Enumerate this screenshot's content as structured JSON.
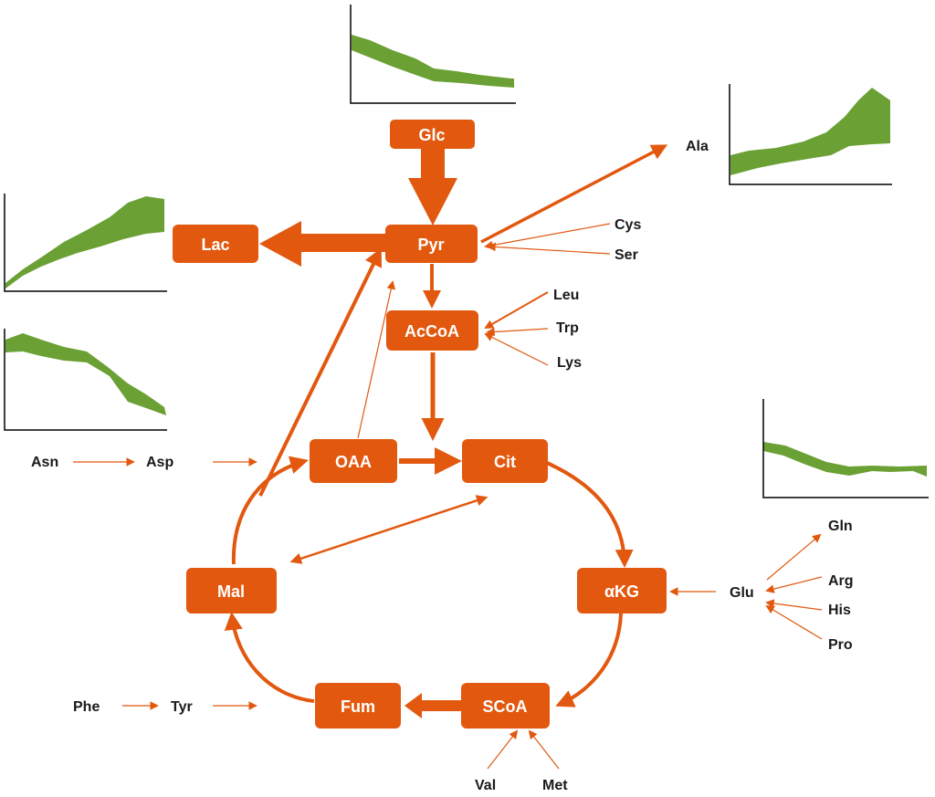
{
  "colors": {
    "node_fill": "#e2580f",
    "arrow": "#e2580f",
    "band": "#6aa034",
    "axis": "#000000",
    "text": "#1a1a1a"
  },
  "nodes": {
    "glc": "Glc",
    "pyr": "Pyr",
    "lac": "Lac",
    "acoa": "AcCoA",
    "oaa": "OAA",
    "cit": "Cit",
    "akg": "αKG",
    "scoa": "SCoA",
    "fum": "Fum",
    "mal": "Mal"
  },
  "metabolites": {
    "ala": "Ala",
    "cys": "Cys",
    "ser": "Ser",
    "leu": "Leu",
    "trp": "Trp",
    "lys": "Lys",
    "asn": "Asn",
    "asp": "Asp",
    "glu": "Glu",
    "gln": "Gln",
    "arg": "Arg",
    "his": "His",
    "pro": "Pro",
    "phe": "Phe",
    "tyr": "Tyr",
    "val": "Val",
    "met": "Met"
  },
  "trend_plots": {
    "glc": {
      "trend": "decreasing"
    },
    "ala": {
      "trend": "increasing"
    },
    "lac": {
      "trend": "increasing"
    },
    "asp": {
      "trend": "decreasing"
    },
    "glu": {
      "trend": "slightly decreasing"
    }
  }
}
